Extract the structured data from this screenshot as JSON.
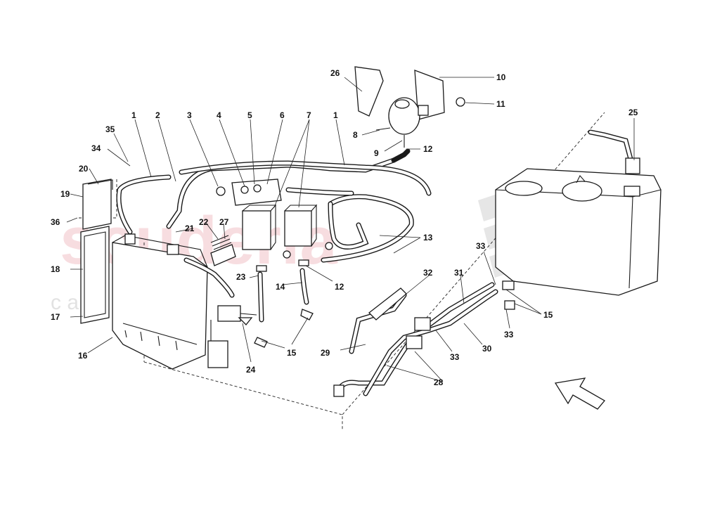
{
  "watermark": {
    "primary": "scuderia",
    "secondary": "c a r p a r t s"
  },
  "callouts": [
    "1",
    "2",
    "3",
    "4",
    "5",
    "6",
    "7",
    "1",
    "8",
    "9",
    "10",
    "11",
    "12",
    "13",
    "12",
    "14",
    "15",
    "16",
    "17",
    "18",
    "19",
    "20",
    "21",
    "22",
    "23",
    "24",
    "25",
    "26",
    "27",
    "28",
    "29",
    "30",
    "31",
    "32",
    "33",
    "33",
    "33",
    "34",
    "35",
    "36",
    "15"
  ],
  "colors": {
    "line": "#1a1a1a",
    "watermark": "#f2c3c8",
    "checker": "#d9d9d9"
  },
  "icons": [
    "direction-arrow-icon",
    "checkered-flag-icon"
  ]
}
